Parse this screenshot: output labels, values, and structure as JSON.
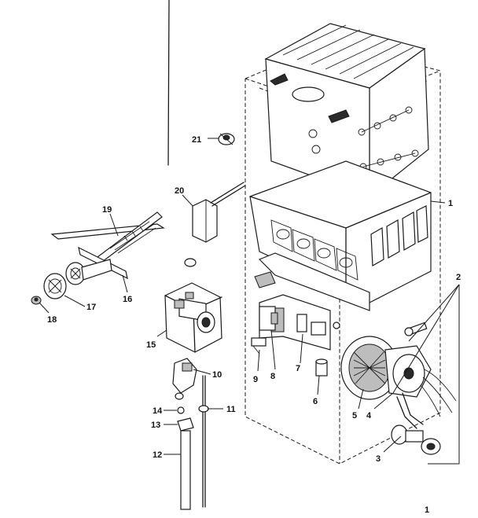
{
  "callouts": {
    "c1": "1",
    "c2": "2",
    "c3": "3",
    "c4": "4",
    "c5": "5",
    "c6": "6",
    "c7": "7",
    "c8": "8",
    "c9": "9",
    "c10": "10",
    "c11": "11",
    "c12": "12",
    "c13": "13",
    "c14": "14",
    "c15": "15",
    "c16": "16",
    "c17": "17",
    "c18": "18",
    "c19": "19",
    "c20": "20",
    "c21": "21"
  },
  "page_number": "1"
}
